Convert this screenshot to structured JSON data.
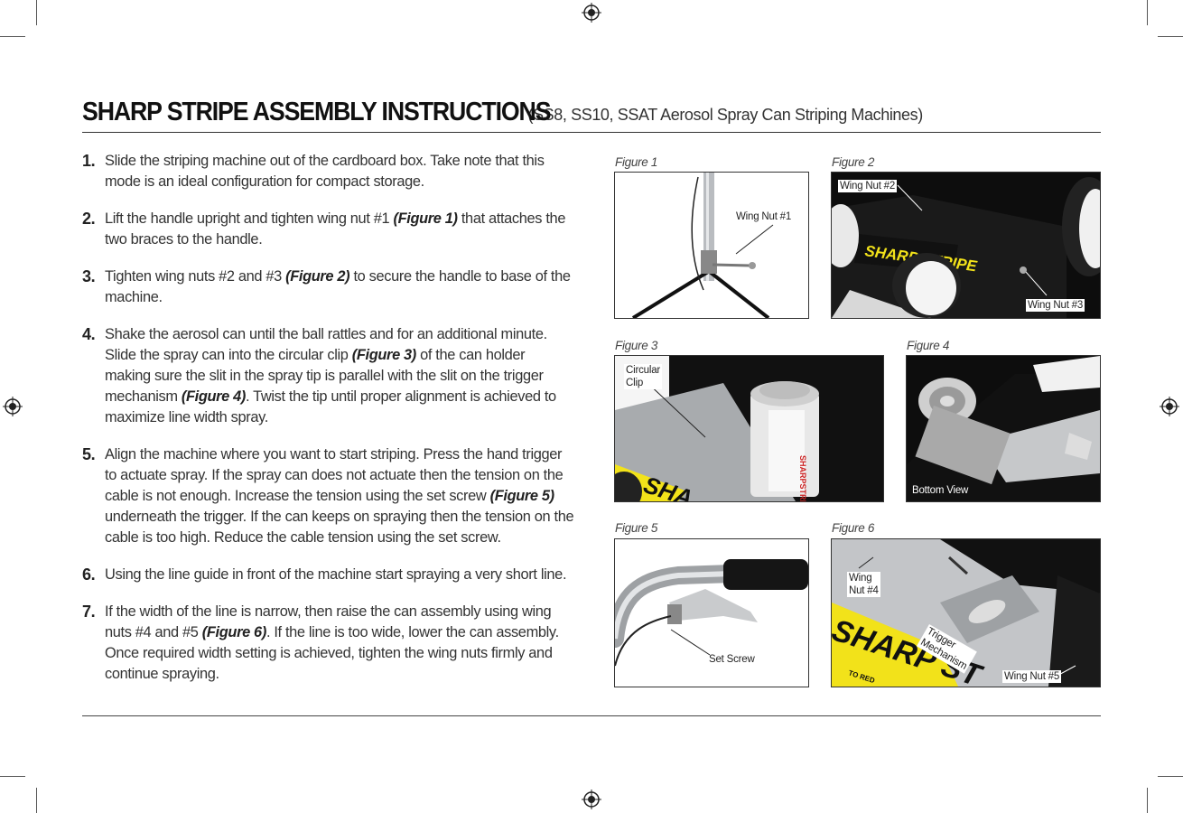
{
  "header": {
    "title": "SHARP STRIPE ASSEMBLY INSTRUCTIONS",
    "subtitle": "(SS8, SS10, SSAT Aerosol Spray Can Striping Machines)"
  },
  "steps": [
    {
      "num": "1.",
      "parts": [
        "Slide the striping machine out of the cardboard box. Take note that this mode is an ideal configuration for compact storage."
      ]
    },
    {
      "num": "2.",
      "before": "Lift the handle upright and tighten wing nut #1 ",
      "ref": "(Figure 1)",
      "after": " that attaches the two braces to the handle."
    },
    {
      "num": "3.",
      "before": "Tighten wing nuts #2 and #3 ",
      "ref": "(Figure 2)",
      "after": " to secure the handle to base of the machine."
    },
    {
      "num": "4.",
      "before": "Shake the aerosol can until the ball rattles and for an additional minute. Slide the spray can into the circular clip ",
      "ref": "(Figure 3)",
      "mid": " of the can holder making sure the slit in the spray tip is parallel with the slit on the trigger mechanism ",
      "ref2": "(Figure 4)",
      "after": ". Twist the tip until proper alignment is achieved to maximize line width spray."
    },
    {
      "num": "5.",
      "before": "Align the machine where you want to start striping. Press the hand trigger to actuate spray. If the spray can does not actuate then the tension on the cable is not enough. Increase the tension using the set screw ",
      "ref": "(Figure 5)",
      "after": " underneath the trigger. If the can keeps on spraying then the tension on the cable is too high. Reduce the cable tension using the set screw."
    },
    {
      "num": "6.",
      "parts": [
        "Using the line guide in front of the machine start spraying a very short line."
      ]
    },
    {
      "num": "7.",
      "before": "If the width of the line is narrow, then raise the can assembly using wing nuts #4 and #5 ",
      "ref": "(Figure 6)",
      "after": ". If the line is too wide, lower the can assembly. Once required width setting is achieved, tighten the wing nuts firmly and continue spraying."
    }
  ],
  "figures": {
    "fig1": {
      "label": "Figure 1",
      "callout": "Wing Nut #1"
    },
    "fig2": {
      "label": "Figure 2",
      "callout_a": "Wing Nut #2",
      "callout_b": "Wing Nut #3",
      "brand": "SHARP STRIPE"
    },
    "fig3": {
      "label": "Figure 3",
      "callout_a": "Circular",
      "callout_b": "Clip",
      "can_text": "SHARPSTRIPE",
      "brand": "SHA"
    },
    "fig4": {
      "label": "Figure 4",
      "callout": "Bottom View"
    },
    "fig5": {
      "label": "Figure 5",
      "callout": "Set Screw"
    },
    "fig6": {
      "label": "Figure 6",
      "callout_a": "Wing",
      "callout_b": "Nut #4",
      "callout_c": "Trigger",
      "callout_d": "Mechanism",
      "callout_e": "Wing Nut #5",
      "brand": "SHARP ST",
      "brand_sub": "TO RED"
    }
  },
  "colors": {
    "brand_yellow": "#f2e21a",
    "rule": "#333333"
  }
}
